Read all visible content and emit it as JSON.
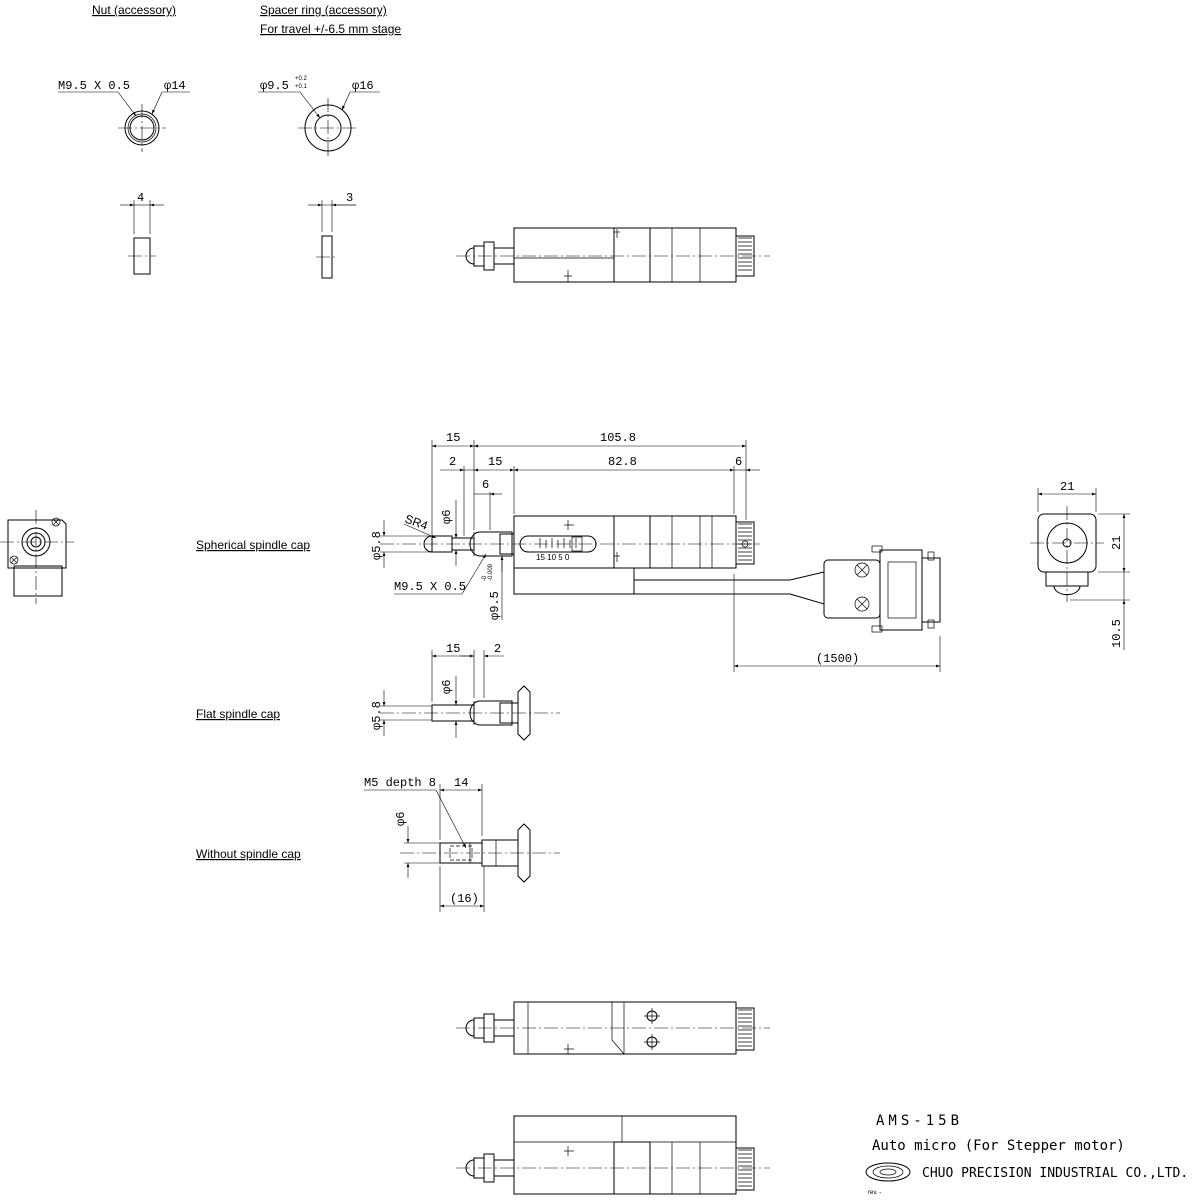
{
  "labels": {
    "nut": "Nut (accessory)",
    "spacer": "Spacer ring (accessory)",
    "spacer_note": "For travel +/-6.5 mm stage",
    "spherical": "Spherical spindle cap",
    "flat": "Flat spindle cap",
    "without": "Without spindle cap"
  },
  "dimensions": {
    "nut_thread": "M9.5 X 0.5",
    "nut_dia": "φ14",
    "ring_inner": "φ9.5",
    "ring_inner_tol_upper": "+0.2",
    "ring_inner_tol_lower": "+0.1",
    "ring_outer": "φ16",
    "nut_thick": "4",
    "ring_thick": "3",
    "d_15_top": "15",
    "d_105_8": "105.8",
    "d_2": "2",
    "d_15_mid": "15",
    "d_82_8": "82.8",
    "d_6_right": "6",
    "d_6_left": "6",
    "sr4": "SR4",
    "phi6": "φ6",
    "phi5_8": "φ5.8",
    "thread": "M9.5 X 0.5",
    "phi9_5": "φ9.5",
    "phi9_5_tol_upper": "-0",
    "phi9_5_tol_lower": "-0.009",
    "cable": "(1500)",
    "end_21_w": "21",
    "end_21_h": "21",
    "end_10_5": "10.5",
    "flat_15": "15",
    "flat_2": "2",
    "flat_phi6": "φ6",
    "flat_phi5_8": "φ5.8",
    "m5": "M5 depth 8",
    "wo_14": "14",
    "wo_phi6": "φ6",
    "wo_16": "(16)",
    "scale": "15 10 5  0"
  },
  "title_block": {
    "model": "AMS-15B",
    "description": "Auto micro (For Stepper motor)",
    "company": "CHUO PRECISION INDUSTRIAL CO.,LTD.",
    "rev": "rev. -"
  }
}
